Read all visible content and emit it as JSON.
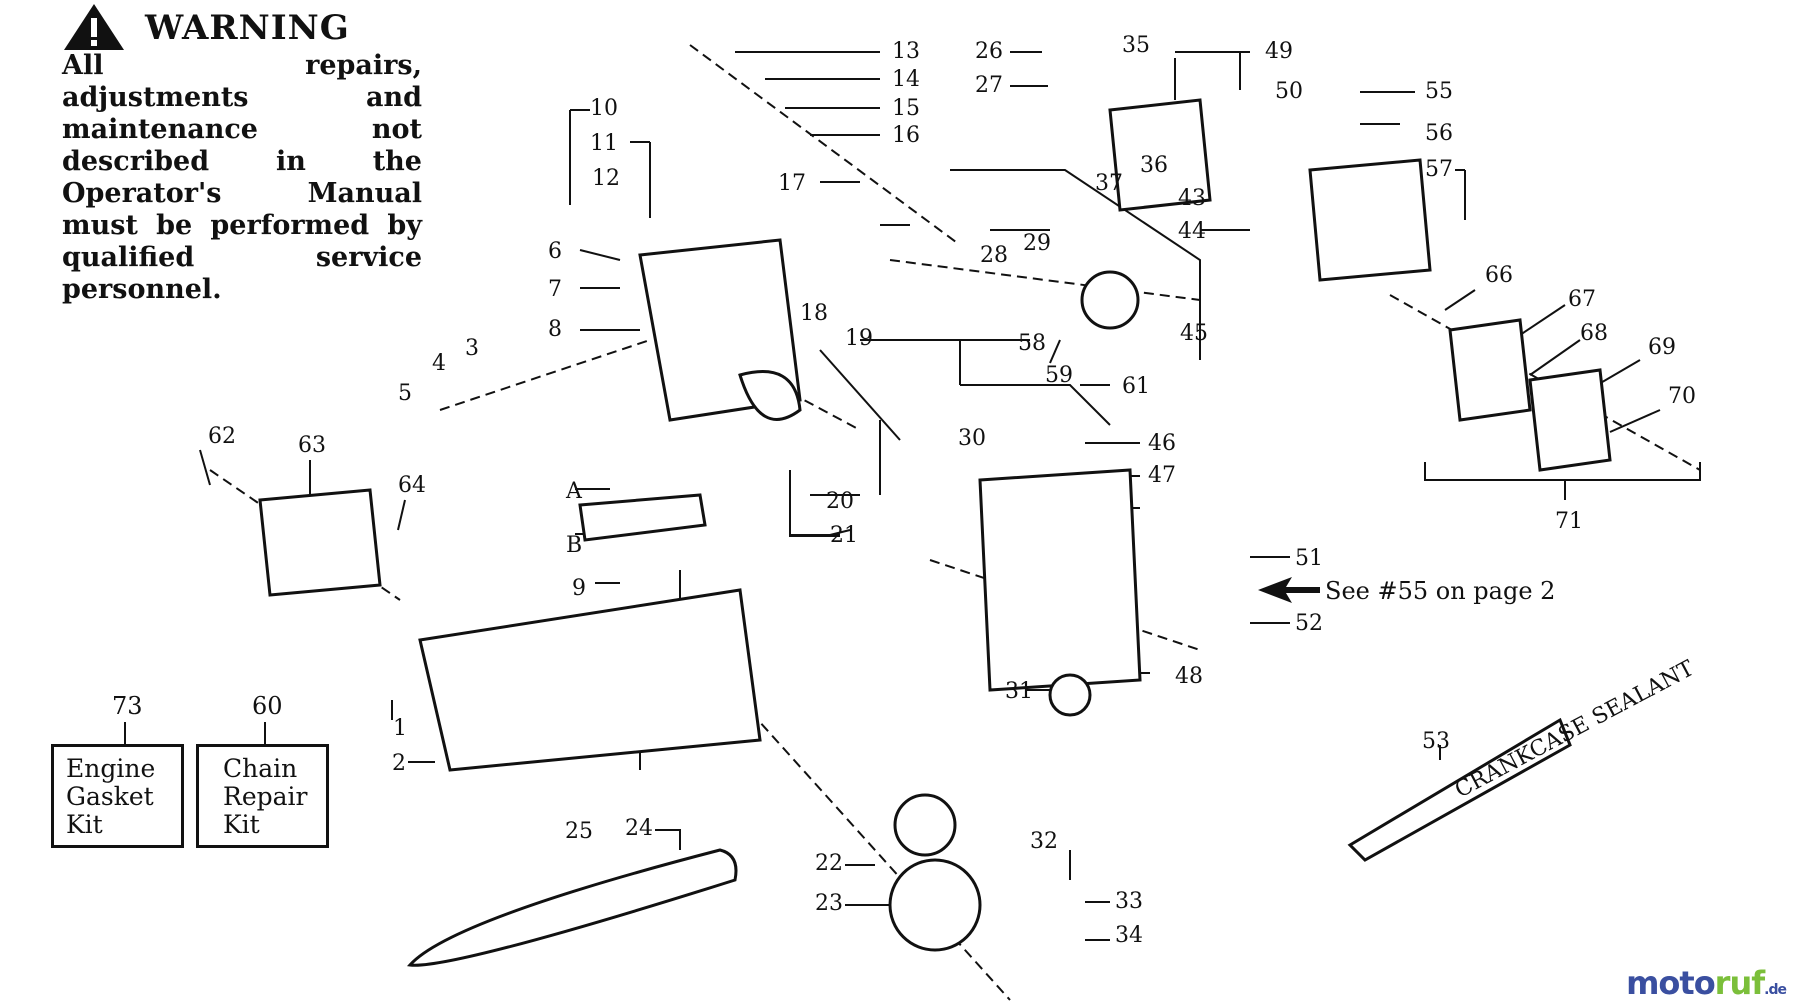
{
  "warning": {
    "title": "WARNING",
    "text": "All repairs, adjustments and maintenance not described in the Operator's Manual must be performed by qualified service personnel."
  },
  "kits": [
    {
      "number": "73",
      "label_lines": [
        "Engine",
        "Gasket",
        "Kit"
      ]
    },
    {
      "number": "60",
      "label_lines": [
        "Chain",
        "Repair",
        "Kit"
      ]
    }
  ],
  "note": "See #55 on page 2",
  "bracket_labels": {
    "a": "A",
    "b": "B"
  },
  "tube_text": "CRANKCASE SEALANT",
  "brand": {
    "part1": "moto",
    "part2": "ruf",
    "part3": ".de"
  },
  "callouts": [
    "1",
    "2",
    "3",
    "4",
    "5",
    "6",
    "7",
    "8",
    "9",
    "10",
    "11",
    "12",
    "13",
    "14",
    "15",
    "16",
    "17",
    "18",
    "19",
    "20",
    "21",
    "22",
    "23",
    "24",
    "25",
    "26",
    "27",
    "28",
    "29",
    "30",
    "31",
    "32",
    "33",
    "34",
    "35",
    "36",
    "37",
    "43",
    "44",
    "45",
    "46",
    "47",
    "48",
    "49",
    "50",
    "51",
    "52",
    "53",
    "55",
    "56",
    "57",
    "58",
    "59",
    "61",
    "62",
    "63",
    "64",
    "66",
    "67",
    "68",
    "69",
    "70",
    "71"
  ],
  "icons": {
    "warning": "warning-triangle-icon",
    "note_arrow": "arrow-left-icon"
  }
}
